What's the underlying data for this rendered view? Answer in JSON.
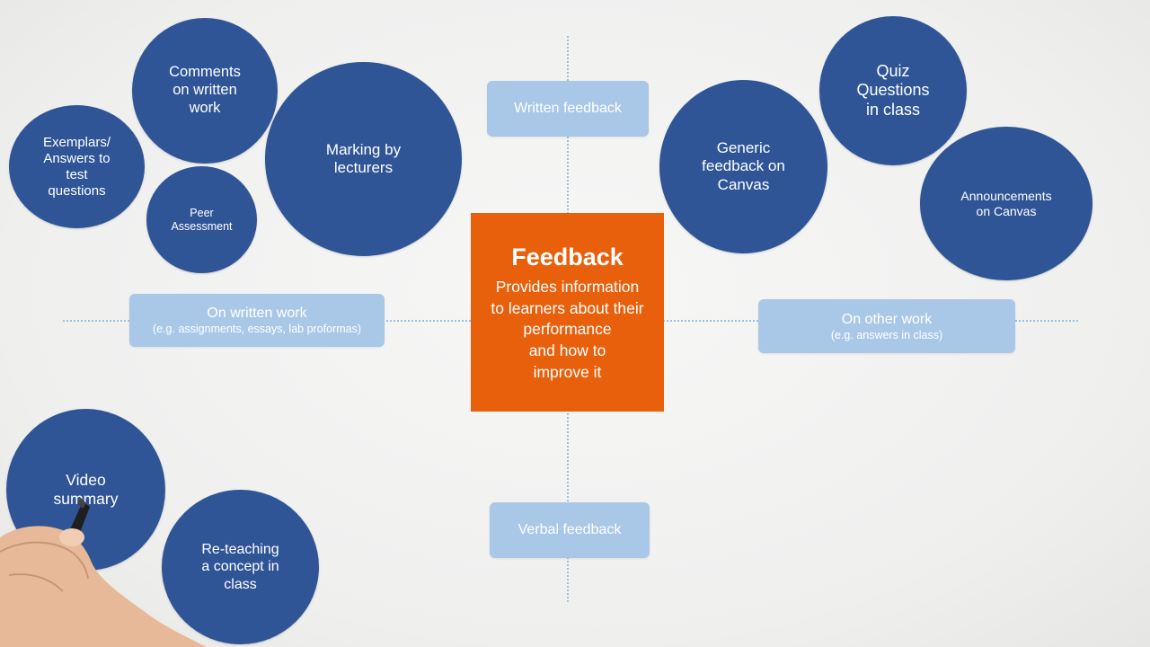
{
  "center": {
    "title": "Feedback",
    "description": "Provides information\nto learners about their\nperformance\nand how to\nimprove it"
  },
  "axis_labels": {
    "top": {
      "main": "Written feedback"
    },
    "bottom": {
      "main": "Verbal feedback"
    },
    "left": {
      "main": "On written work",
      "sub": "(e.g. assignments, essays, lab proformas)"
    },
    "right": {
      "main": "On other work",
      "sub": "(e.g. answers in class)"
    }
  },
  "circles": {
    "comments_written_work": "Comments\non written\nwork",
    "exemplars": "Exemplars/\nAnswers to\ntest\nquestions",
    "peer_assessment": "Peer\nAssessment",
    "marking_by_lecturers": "Marking by\nlecturers",
    "generic_feedback_canvas": "Generic\nfeedback on\nCanvas",
    "quiz_questions": "Quiz\nQuestions\nin class",
    "announcements_canvas": "Announcements\non Canvas",
    "video_summary": "Video\nsummary",
    "reteaching": "Re-teaching\na concept in\nclass"
  },
  "colors": {
    "circle": "#2f5597",
    "center": "#e8600c",
    "label_box": "#a9c8e8",
    "axis": "#9cc0e0"
  }
}
